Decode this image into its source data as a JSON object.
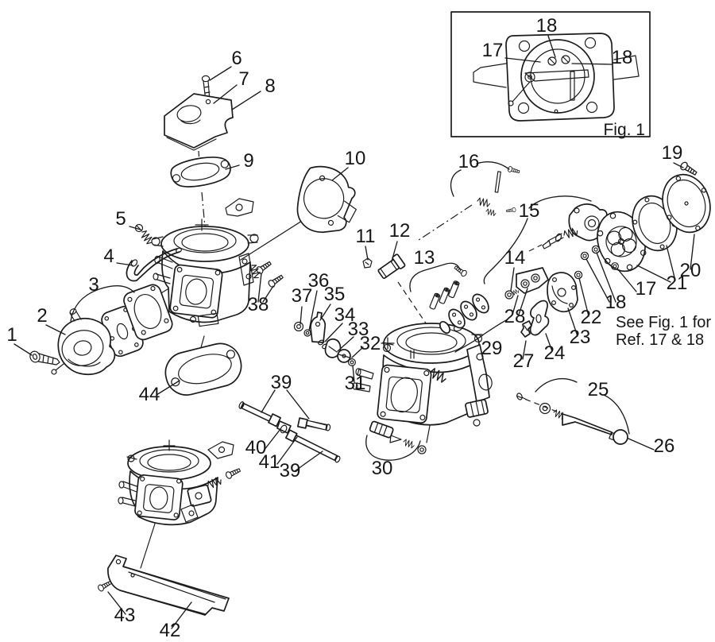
{
  "figure": {
    "background": "#ffffff",
    "ink": "#1c1c1c",
    "inset_caption": "Fig. 1",
    "note_line1": "See Fig. 1 for",
    "note_line2": "Ref. 17 & 18"
  },
  "callouts": {
    "n1": "1",
    "n2": "2",
    "n3": "3",
    "n4": "4",
    "n5": "5",
    "n6": "6",
    "n7": "7",
    "n8": "8",
    "n9": "9",
    "n10": "10",
    "n11": "11",
    "n12": "12",
    "n13": "13",
    "n14": "14",
    "n15": "15",
    "n16": "16",
    "n17": "17",
    "n18": "18",
    "n19": "19",
    "n20": "20",
    "n21": "21",
    "n22": "22",
    "n23": "23",
    "n24": "24",
    "n25": "25",
    "n26": "26",
    "n27": "27",
    "n28": "28",
    "n29": "29",
    "n30": "30",
    "n31": "31",
    "n32": "32",
    "n33": "33",
    "n34": "34",
    "n35": "35",
    "n36": "36",
    "n37": "37",
    "n38": "38",
    "n39": "39",
    "n40": "40",
    "n41": "41",
    "n42": "42",
    "n43": "43",
    "n44": "44"
  }
}
